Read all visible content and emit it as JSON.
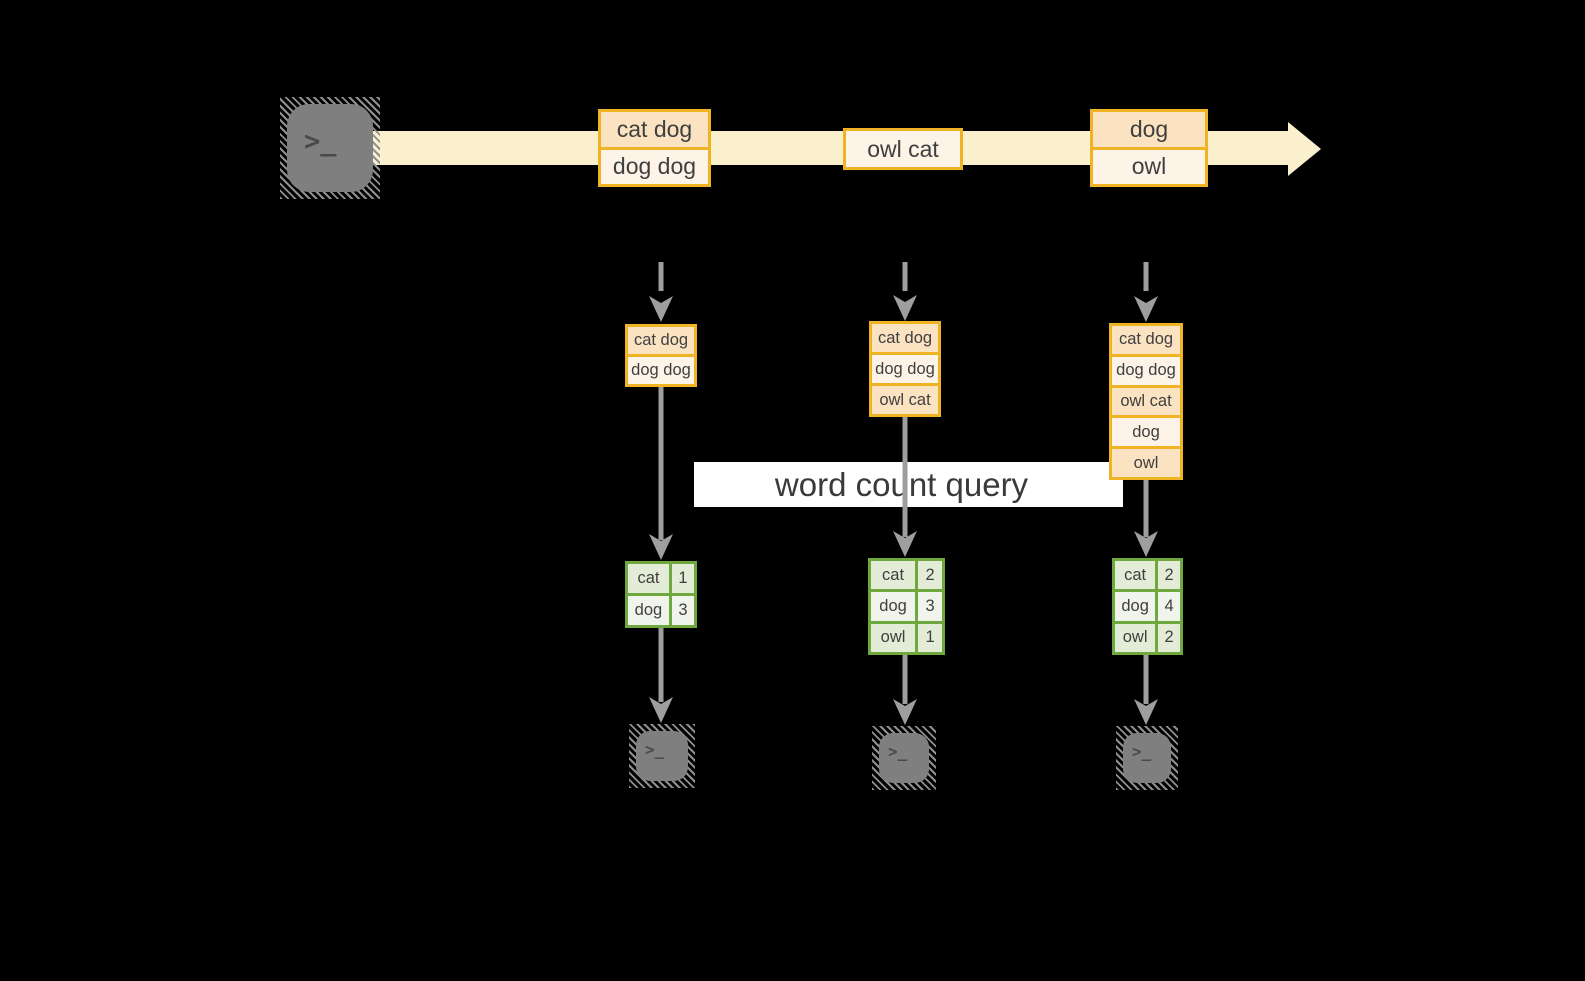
{
  "palette": {
    "background": "#000000",
    "stream_fill": "#FBF0CE",
    "record_border": "#F0B323",
    "record_fill_dark": "#FBE3C2",
    "record_fill_light": "#FDF3E6",
    "table_border": "#6FA83F",
    "table_fill_dark": "#E3ECD7",
    "table_fill_light": "#F0F4EA",
    "arrow_gray": "#9E9E9E",
    "terminal_gray": "#7F7F7F",
    "query_band_bg": "#FFFFFF"
  },
  "source_terminal": {
    "icon": "terminal-prompt-icon",
    "glyph": ">_"
  },
  "stream": {
    "records": [
      {
        "lines": [
          "cat dog",
          "dog dog"
        ]
      },
      {
        "lines": [
          "owl cat"
        ]
      },
      {
        "lines": [
          "dog",
          "owl"
        ]
      }
    ]
  },
  "query": {
    "label": "word count query"
  },
  "columns": [
    {
      "buffer": [
        "cat dog",
        "dog dog"
      ],
      "counts": [
        {
          "word": "cat",
          "count": "1"
        },
        {
          "word": "dog",
          "count": "3"
        }
      ],
      "sink": {
        "icon": "terminal-prompt-icon",
        "glyph": ">_"
      }
    },
    {
      "buffer": [
        "cat dog",
        "dog dog",
        "owl cat"
      ],
      "counts": [
        {
          "word": "cat",
          "count": "2"
        },
        {
          "word": "dog",
          "count": "3"
        },
        {
          "word": "owl",
          "count": "1"
        }
      ],
      "sink": {
        "icon": "terminal-prompt-icon",
        "glyph": ">_"
      }
    },
    {
      "buffer": [
        "cat dog",
        "dog dog",
        "owl cat",
        "dog",
        "owl"
      ],
      "counts": [
        {
          "word": "cat",
          "count": "2"
        },
        {
          "word": "dog",
          "count": "4"
        },
        {
          "word": "owl",
          "count": "2"
        }
      ],
      "sink": {
        "icon": "terminal-prompt-icon",
        "glyph": ">_"
      }
    }
  ]
}
